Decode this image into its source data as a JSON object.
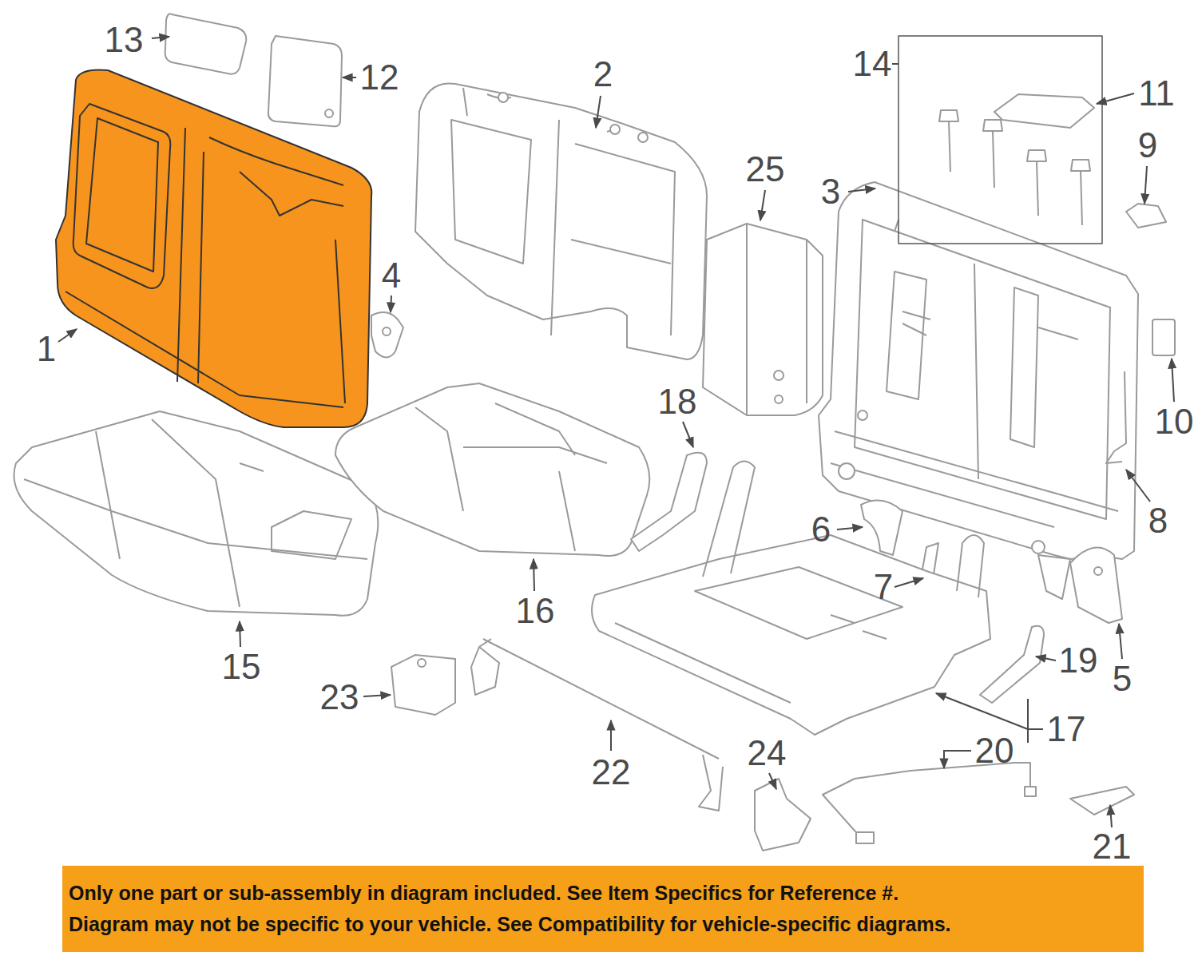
{
  "diagram": {
    "nodes": [
      {
        "text": [
          "Only one part or sub-assembly in diagram included. See Item Specifics for Reference #.",
          "Diagram may not be specific to your vehicle. See Compatibility for vehicle-specific diagrams."
        ]
      }
    ],
    "labels": [
      "13",
      "2",
      "12",
      "14",
      "11",
      "9",
      "25",
      "3",
      "1",
      "4",
      "10",
      "18",
      "8",
      "6",
      "16",
      "7",
      "15",
      "19",
      "5",
      "23",
      "17",
      "20",
      "22",
      "24",
      "21"
    ]
  }
}
